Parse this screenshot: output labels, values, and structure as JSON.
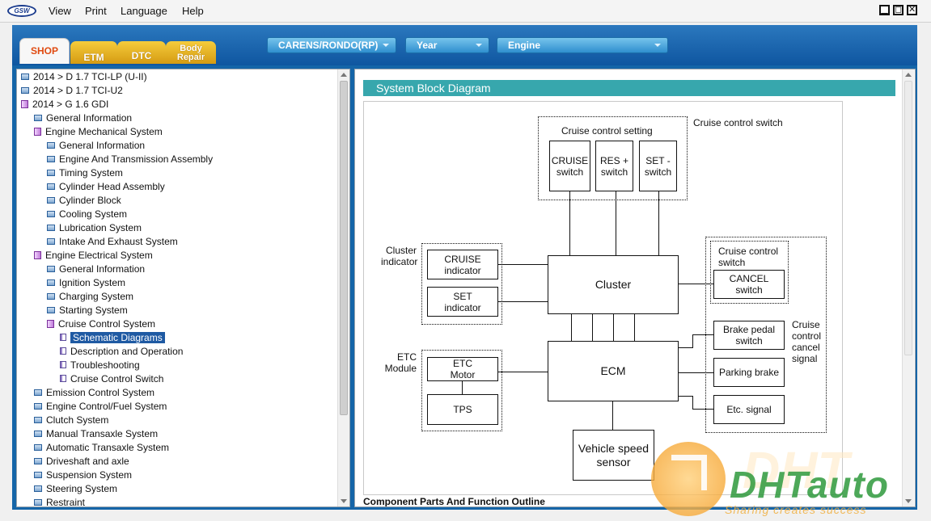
{
  "app": {
    "logo_text": "GSW",
    "menu": [
      "View",
      "Print",
      "Language",
      "Help"
    ],
    "window_buttons": [
      "▁",
      "◻",
      "✕"
    ]
  },
  "tabs": [
    {
      "label": "SHOP",
      "active": true
    },
    {
      "label": "ETM",
      "active": false
    },
    {
      "label": "DTC",
      "active": false
    },
    {
      "label": "Body\nRepair",
      "active": false
    }
  ],
  "selectors": {
    "model": "CARENS/RONDO(RP)",
    "year": "Year",
    "engine": "Engine"
  },
  "tree": [
    {
      "label": "2014 > D 1.7 TCI-LP (U-II)",
      "level": 0,
      "icon": "folder-icon"
    },
    {
      "label": "2014 > D 1.7 TCI-U2",
      "level": 0,
      "icon": "folder-icon"
    },
    {
      "label": "2014 > G 1.6 GDI",
      "level": 0,
      "icon": "book-icon"
    },
    {
      "label": "General Information",
      "level": 1,
      "icon": "folder-icon"
    },
    {
      "label": "Engine Mechanical System",
      "level": 1,
      "icon": "book-icon"
    },
    {
      "label": "General Information",
      "level": 2,
      "icon": "folder-icon"
    },
    {
      "label": "Engine And Transmission Assembly",
      "level": 2,
      "icon": "folder-icon"
    },
    {
      "label": "Timing System",
      "level": 2,
      "icon": "folder-icon"
    },
    {
      "label": "Cylinder Head Assembly",
      "level": 2,
      "icon": "folder-icon"
    },
    {
      "label": "Cylinder Block",
      "level": 2,
      "icon": "folder-icon"
    },
    {
      "label": "Cooling System",
      "level": 2,
      "icon": "folder-icon"
    },
    {
      "label": "Lubrication System",
      "level": 2,
      "icon": "folder-icon"
    },
    {
      "label": "Intake And Exhaust System",
      "level": 2,
      "icon": "folder-icon"
    },
    {
      "label": "Engine Electrical System",
      "level": 1,
      "icon": "book-icon"
    },
    {
      "label": "General Information",
      "level": 2,
      "icon": "folder-icon"
    },
    {
      "label": "Ignition System",
      "level": 2,
      "icon": "folder-icon"
    },
    {
      "label": "Charging System",
      "level": 2,
      "icon": "folder-icon"
    },
    {
      "label": "Starting System",
      "level": 2,
      "icon": "folder-icon"
    },
    {
      "label": "Cruise Control System",
      "level": 2,
      "icon": "book-icon"
    },
    {
      "label": "Schematic Diagrams",
      "level": 3,
      "icon": "document-icon",
      "selected": true
    },
    {
      "label": "Description and Operation",
      "level": 3,
      "icon": "document-icon"
    },
    {
      "label": "Troubleshooting",
      "level": 3,
      "icon": "document-icon"
    },
    {
      "label": "Cruise Control Switch",
      "level": 3,
      "icon": "document-icon"
    },
    {
      "label": "Emission Control System",
      "level": 1,
      "icon": "folder-icon"
    },
    {
      "label": "Engine Control/Fuel System",
      "level": 1,
      "icon": "folder-icon"
    },
    {
      "label": "Clutch System",
      "level": 1,
      "icon": "folder-icon"
    },
    {
      "label": "Manual Transaxle System",
      "level": 1,
      "icon": "folder-icon"
    },
    {
      "label": "Automatic Transaxle System",
      "level": 1,
      "icon": "folder-icon"
    },
    {
      "label": "Driveshaft and axle",
      "level": 1,
      "icon": "folder-icon"
    },
    {
      "label": "Suspension System",
      "level": 1,
      "icon": "folder-icon"
    },
    {
      "label": "Steering System",
      "level": 1,
      "icon": "folder-icon"
    },
    {
      "label": "Restraint",
      "level": 1,
      "icon": "folder-icon"
    }
  ],
  "content": {
    "section_title": "System Block Diagram",
    "caption": "Component Parts And Function Outline"
  },
  "diagram": {
    "cruise_setting_title": "Cruise control setting",
    "cruise_switch_label": "Cruise control switch",
    "cruise_switch": "CRUISE\nswitch",
    "res_switch": "RES +\nswitch",
    "set_switch": "SET -\nswitch",
    "cluster_indicator_label": "Cluster\nindicator",
    "cruise_indicator": "CRUISE\nindicator",
    "set_indicator": "SET\nindicator",
    "cluster": "Cluster",
    "ecm": "ECM",
    "etc_module_label": "ETC\nModule",
    "etc_motor": "ETC\nMotor",
    "tps": "TPS",
    "vehicle_speed_sensor": "Vehicle speed\nsensor",
    "cancel_group_label": "Cruise control\nswitch",
    "cancel_switch": "CANCEL\nswitch",
    "cancel_signal_label": "Cruise\ncontrol\ncancel\nsignal",
    "brake_pedal_switch": "Brake pedal\nswitch",
    "parking_brake": "Parking brake",
    "etc_signal": "Etc. signal"
  },
  "watermark": {
    "brand": "DHTauto",
    "slogan": "Sharing creates success"
  }
}
